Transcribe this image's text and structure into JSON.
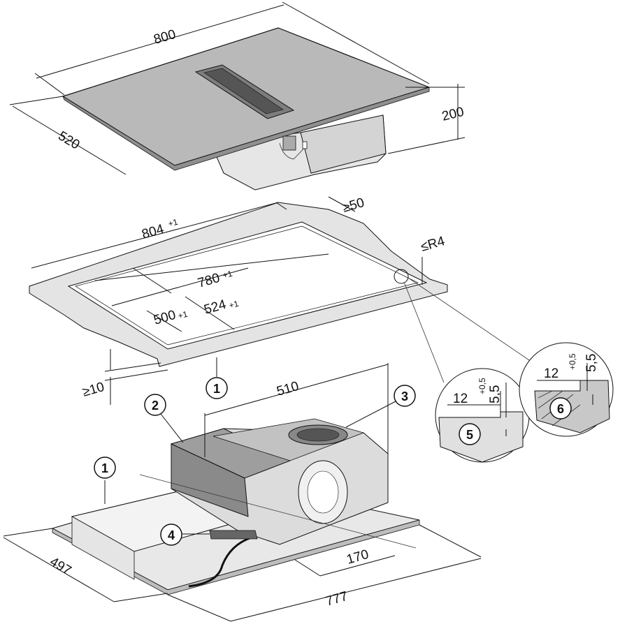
{
  "dimensions": {
    "hob_width": "800",
    "hob_depth": "520",
    "hob_height": "200",
    "cutout_outer_width": "804",
    "cutout_outer_width_tol": "+1",
    "cutout_inner_width": "780",
    "cutout_inner_width_tol": "+1",
    "cutout_outer_depth": "524",
    "cutout_outer_depth_tol": "+1",
    "cutout_inner_depth": "500",
    "cutout_inner_depth_tol": "+1",
    "rear_clearance": "≥50",
    "corner_radius": "≤R4",
    "front_clearance": "≥10",
    "fan_width": "510",
    "frame_width": "777",
    "frame_depth": "497",
    "fan_offset": "170"
  },
  "details": {
    "detail5": {
      "width": "12",
      "tolerance": "+0,5",
      "depth": "5,5"
    },
    "detail6": {
      "width": "12",
      "tolerance": "+0,5",
      "depth": "5,5"
    }
  },
  "callouts": [
    "1",
    "1",
    "2",
    "3",
    "4",
    "5",
    "6"
  ],
  "colors": {
    "line": "#111111",
    "glass": "#b9b9b9",
    "worktop": "#e4e4e4",
    "housing": "#d9d9d9",
    "dark_housing": "#9e9e9e",
    "hatch": "#c8c8c8"
  }
}
